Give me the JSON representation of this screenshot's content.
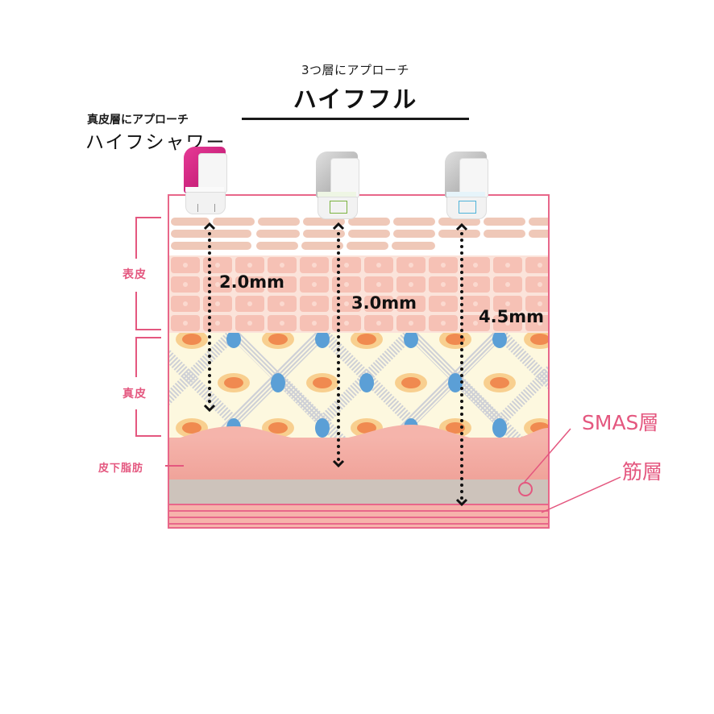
{
  "headings": {
    "full": {
      "subtitle": "3つ層にアプローチ",
      "title": "ハイフフル"
    },
    "shower": {
      "subtitle": "真皮層にアプローチ",
      "title": "ハイフシャワー"
    }
  },
  "layers": {
    "epidermis": "表皮",
    "dermis": "真皮",
    "subcutaneous_fat": "皮下脂肪",
    "smas": "SMAS層",
    "muscle": "筋層"
  },
  "cartridges": [
    {
      "name": "shower-cartridge",
      "color": "#d81b7a",
      "depth": "2.0mm"
    },
    {
      "name": "full-cartridge-3mm",
      "color": "#a8a8a8",
      "label_color": "#7cb342",
      "depth": "3.0mm"
    },
    {
      "name": "full-cartridge-4.5mm",
      "color": "#a8a8a8",
      "label_color": "#4fb3d9",
      "depth": "4.5mm"
    }
  ],
  "colors": {
    "frame": "#e8678a",
    "label": "#e4577f",
    "epidermis": "#f6c1b5",
    "dermis_bg": "#fdf8df",
    "fibroblast": "#f08a50",
    "collagen_node": "#5b9fd6",
    "smas": "#cdc3bb",
    "fat": "#f0a39a"
  }
}
